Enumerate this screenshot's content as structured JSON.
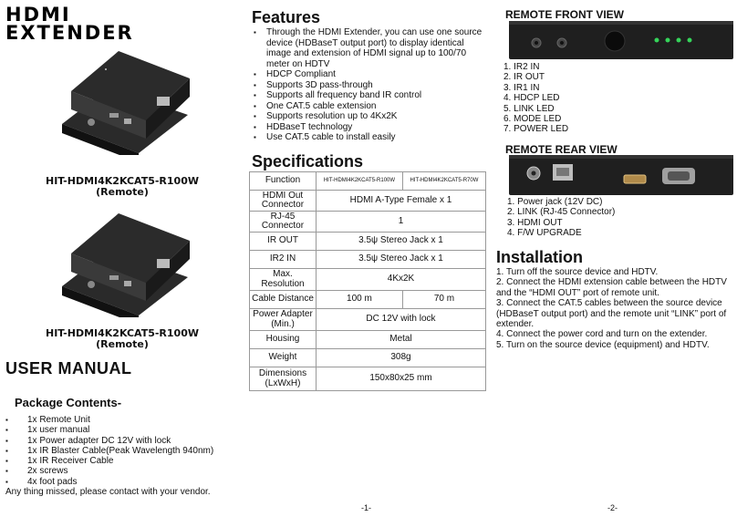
{
  "brand": {
    "line1": "HDMI",
    "line2": "EXTENDER"
  },
  "models": {
    "label_line1": "HIT-HDMI4K2KCAT5-R100W",
    "label_line2": "(Remote)"
  },
  "manual": {
    "title": "USER MANUAL"
  },
  "package": {
    "title": "Package Contents-",
    "items": [
      "1x Remote Unit",
      "1x user manual",
      "1x Power adapter DC 12V with lock",
      "1x IR Blaster Cable(Peak Wavelength 940nm)",
      "1x IR Receiver Cable",
      "2x screws",
      "4x foot pads"
    ],
    "note": "Any thing missed, please contact with your vendor."
  },
  "features": {
    "title": "Features",
    "items": [
      "Through the HDMI Extender, you can use one source device (HDBaseT output port) to display identical image and extension of HDMI signal up to 100/70 meter on HDTV",
      "HDCP Compliant",
      "Supports 3D pass-through",
      "Supports all frequency band IR control",
      "One CAT.5 cable extension",
      "Supports resolution up to 4Kx2K",
      "HDBaseT technology",
      "Use CAT.5 cable to install easily"
    ]
  },
  "specs": {
    "title": "Specifications",
    "header": [
      "Function",
      "HIT-HDMI4K2KCAT5-R100W",
      "HIT-HDMI4K2KCAT5-R70W"
    ],
    "rows": [
      {
        "label": "HDMI Out Connector",
        "value": "HDMI A-Type Female x 1"
      },
      {
        "label": "RJ-45 Connector",
        "value": "1"
      },
      {
        "label": "IR OUT",
        "value": "3.5ψ Stereo Jack x 1"
      },
      {
        "label": "IR2 IN",
        "value": "3.5ψ Stereo Jack x 1"
      },
      {
        "label": "Max. Resolution",
        "value": "4Kx2K"
      },
      {
        "label": "Cable Distance",
        "v1": "100 m",
        "v2": "70 m"
      },
      {
        "label": "Power Adapter (Min.)",
        "value": "DC 12V with lock"
      },
      {
        "label": "Housing",
        "value": "Metal"
      },
      {
        "label": "Weight",
        "value": "308g"
      },
      {
        "label": "Dimensions (LxWxH)",
        "value": "150x80x25 mm"
      }
    ]
  },
  "remote_front": {
    "title": "REMOTE FRONT VIEW",
    "items": [
      "1. IR2 IN",
      "2. IR OUT",
      "3. IR1 IN",
      "4. HDCP LED",
      "5. LINK LED",
      "6. MODE LED",
      "7. POWER LED"
    ]
  },
  "remote_rear": {
    "title": "REMOTE REAR VIEW",
    "items": [
      "1. Power jack (12V DC)",
      "2. LINK (RJ-45 Connector)",
      "3. HDMI OUT",
      "4. F/W UPGRADE"
    ]
  },
  "installation": {
    "title": "Installation",
    "items": [
      "1. Turn off the source device and HDTV.",
      "2. Connect the HDMI extension cable between the HDTV and the “HDMI OUT” port of remote unit.",
      "3. Connect the CAT.5 cables between the source device (HDBaseT output port) and the remote unit “LINK” port of extender.",
      "4. Connect the power cord and turn on the extender.",
      "5. Turn on the source device (equipment) and HDTV."
    ]
  },
  "pages": {
    "left": "-1-",
    "right": "-2-"
  },
  "colors": {
    "device_body": "#1f1f1f",
    "led": "#35d45a"
  },
  "icons": [
    "hdmi-extender-product-photo",
    "remote-front-panel",
    "remote-rear-panel"
  ]
}
